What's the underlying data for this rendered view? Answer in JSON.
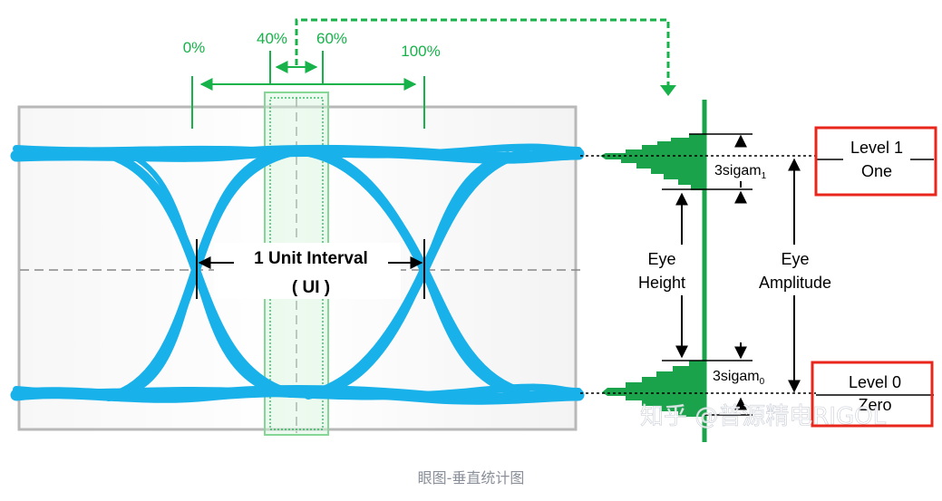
{
  "diagram": {
    "percent_labels": [
      "0%",
      "40%",
      "60%",
      "100%"
    ],
    "unit_interval": {
      "line1": "1 Unit Interval",
      "line2": "( UI )"
    },
    "eye_height": {
      "line1": "Eye",
      "line2": "Height"
    },
    "eye_amplitude": {
      "line1": "Eye",
      "line2": "Amplitude"
    },
    "sigma_one": {
      "base": "3sigam",
      "sub": "1"
    },
    "sigma_zero": {
      "base": "3sigam",
      "sub": "0"
    },
    "level_one": {
      "line1": "Level 1",
      "line2": "One"
    },
    "level_zero": {
      "line1": "Level 0",
      "line2": "Zero"
    },
    "watermark": "知乎 @普源精电RIGOL",
    "colors": {
      "eye_trace": "#19b1ea",
      "accent_green": "#17b24a",
      "histogram_green": "#1aa34a",
      "label_box_red": "#e8261c",
      "frame_gray": "#b8b8b8"
    }
  },
  "caption": "眼图-垂直统计图"
}
